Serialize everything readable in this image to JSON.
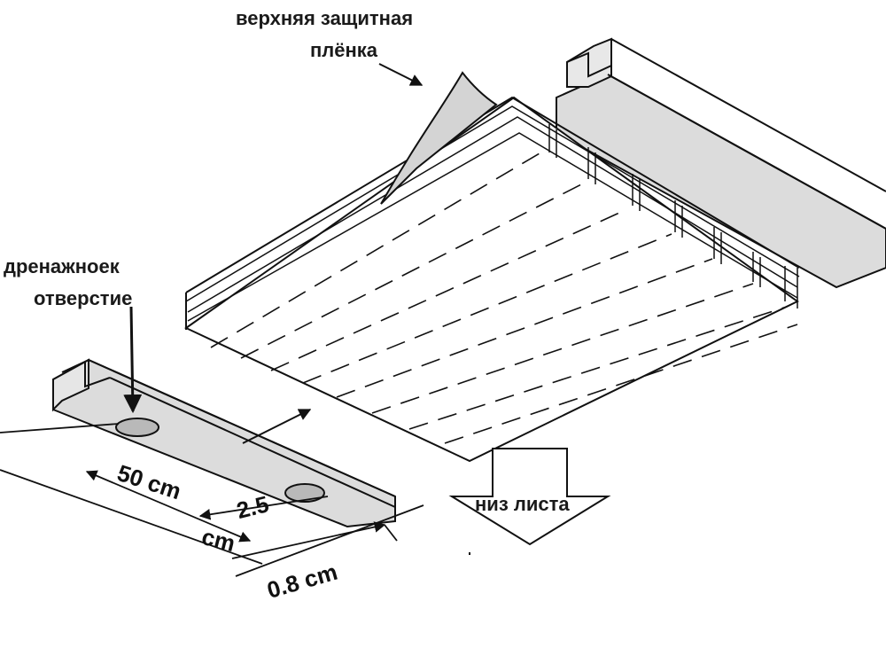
{
  "labels": {
    "top_film_line1": "верхняя защитная",
    "top_film_line2": "плёнка",
    "drain_line1": "дренажноек",
    "drain_line2": "отверстие",
    "bottom_sheet": "низ листа"
  },
  "dimensions": {
    "spacing": "50 cm",
    "hole_width_line1": "2.5",
    "hole_width_line2": "cm",
    "edge_offset": "0.8 cm"
  },
  "colors": {
    "profile_fill": "#dcdcdc",
    "film_fill": "#d4d4d4",
    "line": "#111111"
  }
}
